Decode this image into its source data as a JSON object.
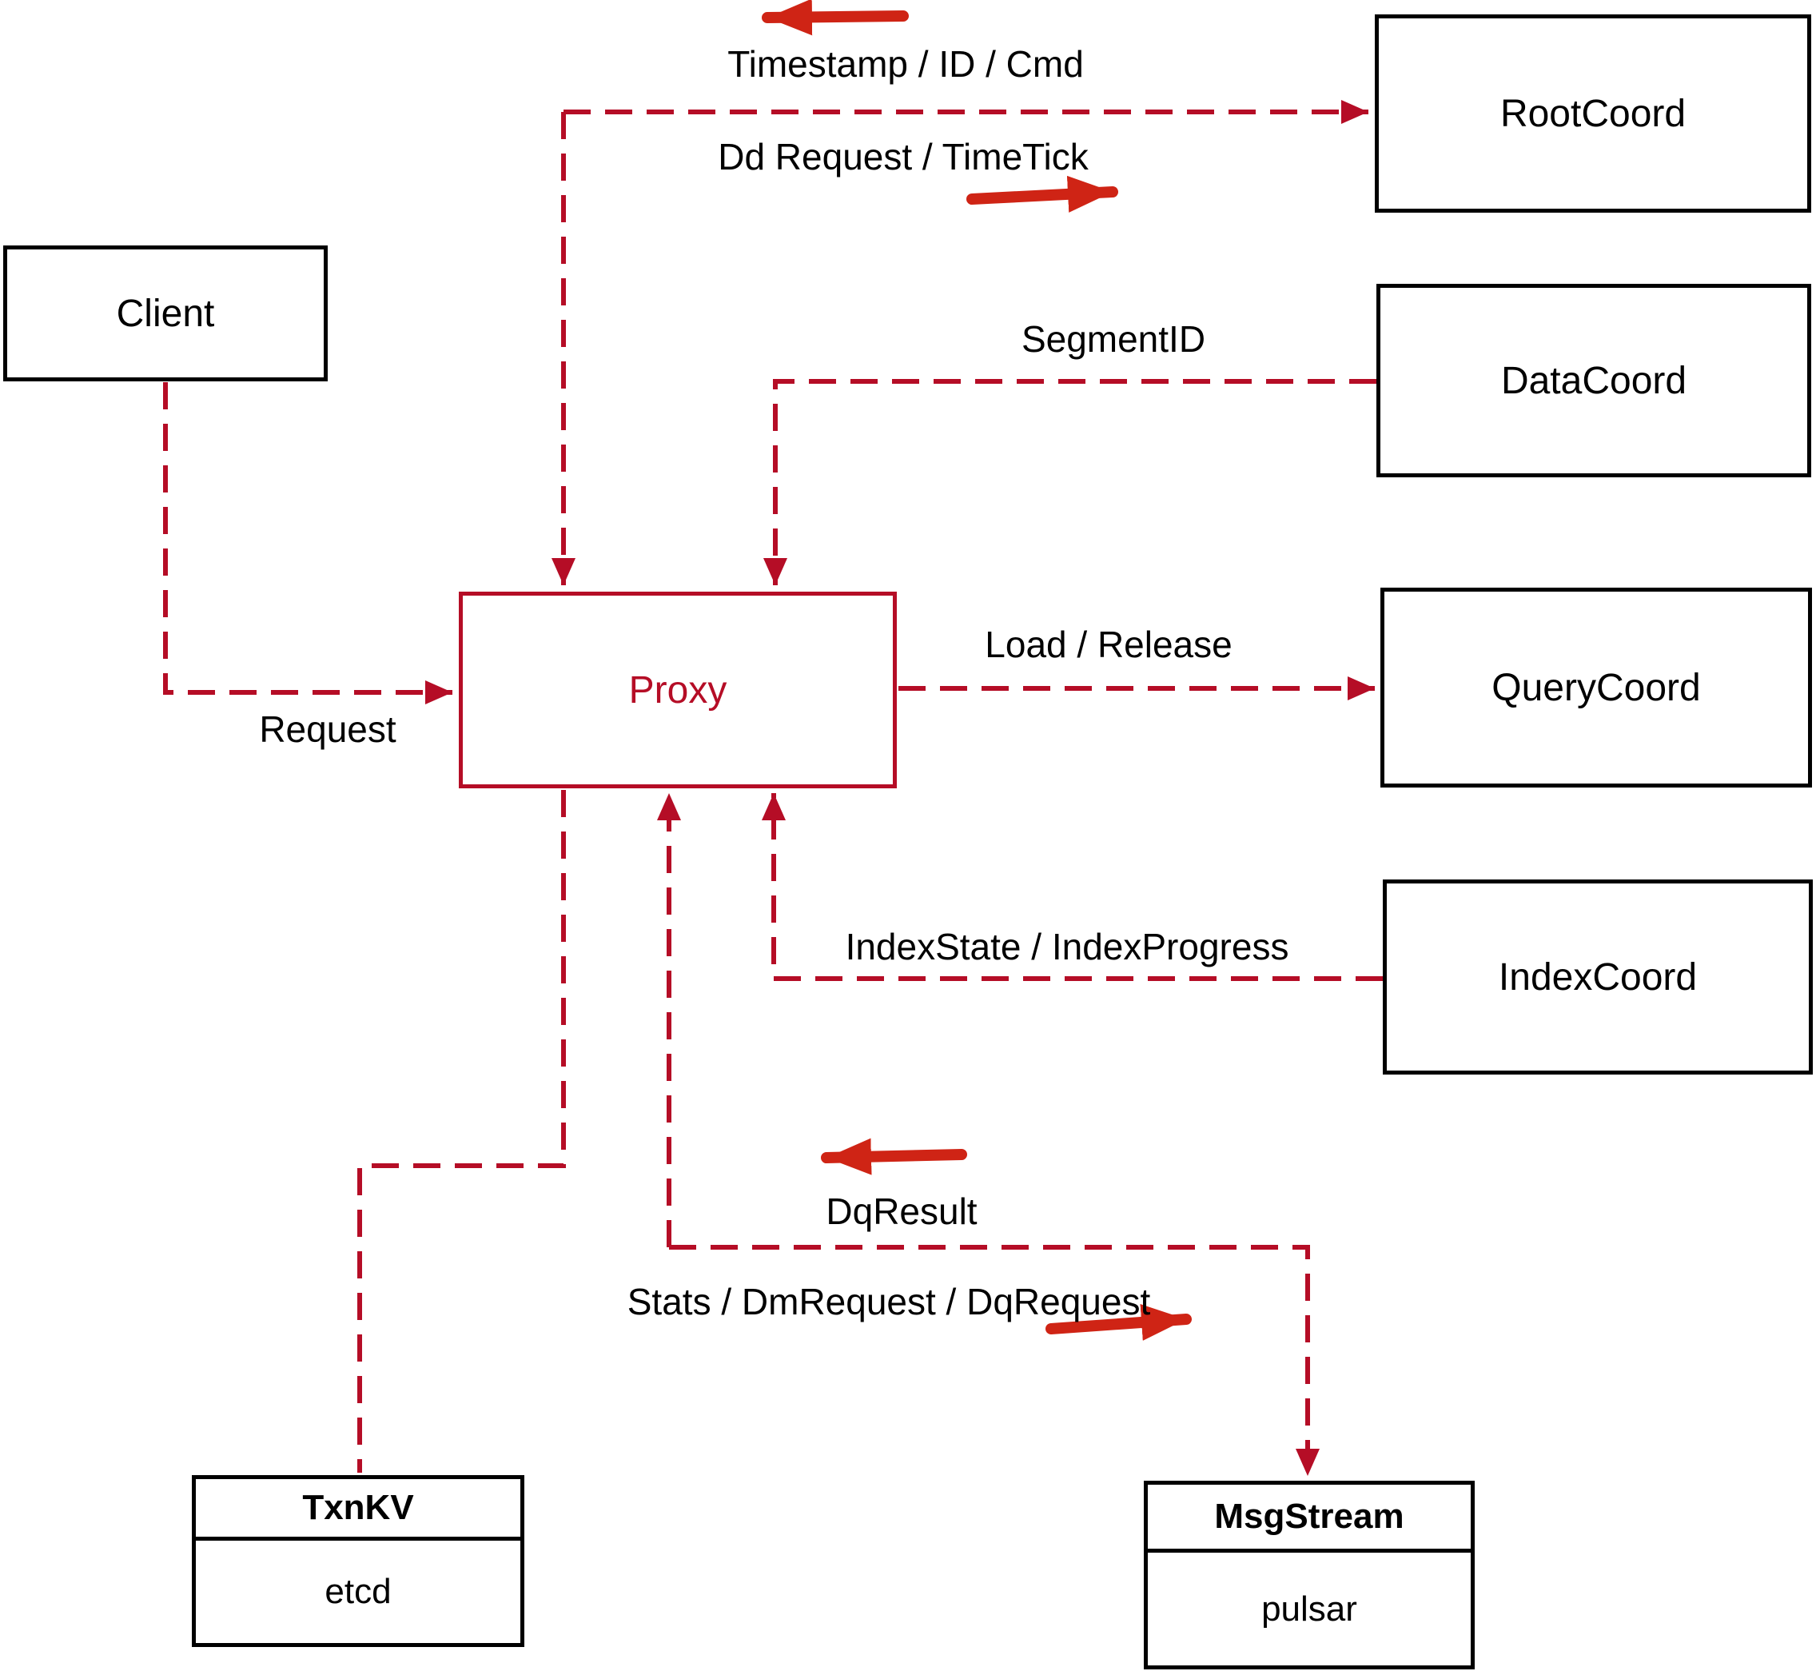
{
  "diagram": {
    "nodes": {
      "client": {
        "label": "Client"
      },
      "rootcoord": {
        "label": "RootCoord"
      },
      "datacoord": {
        "label": "DataCoord"
      },
      "querycoord": {
        "label": "QueryCoord"
      },
      "indexcoord": {
        "label": "IndexCoord"
      },
      "proxy": {
        "label": "Proxy"
      },
      "txnkv": {
        "title": "TxnKV",
        "subtitle": "etcd"
      },
      "msgstream": {
        "title": "MsgStream",
        "subtitle": "pulsar"
      }
    },
    "edge_labels": {
      "timestamp_id_cmd": "Timestamp / ID / Cmd",
      "dd_request_timetick": "Dd Request / TimeTick",
      "segment_id": "SegmentID",
      "request": "Request",
      "load_release": "Load / Release",
      "index_state": "IndexState / IndexProgress",
      "dq_result": "DqResult",
      "stats_dm_dq": "Stats / DmRequest / DqRequest"
    },
    "colors": {
      "connector_crimson": "#b50d26",
      "solid_arrow_red": "#cf2415",
      "box_border_black": "#000000",
      "proxy_accent": "#b50d26"
    }
  }
}
